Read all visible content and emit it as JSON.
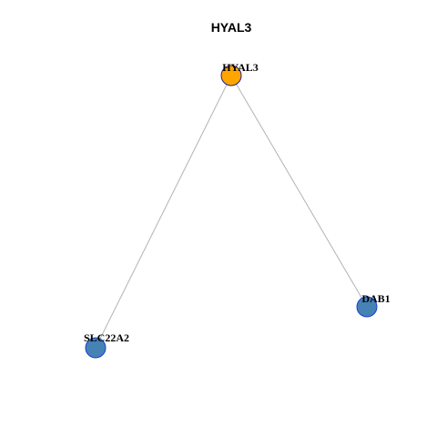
{
  "title": "HYAL3",
  "colors": {
    "focus_node": "#FFA500",
    "focus_border": "#1f1f8f",
    "partner_node": "#4682B4",
    "partner_border": "#1a3fd6",
    "edge": "#b3b3b3"
  },
  "nodes": [
    {
      "id": "HYAL3",
      "label": "HYAL3",
      "role": "focus"
    },
    {
      "id": "SLC22A2",
      "label": "SLC22A2",
      "role": "partner"
    },
    {
      "id": "DAB1",
      "label": "DAB1",
      "role": "partner"
    }
  ],
  "edges": [
    {
      "source": "HYAL3",
      "target": "SLC22A2"
    },
    {
      "source": "HYAL3",
      "target": "DAB1"
    }
  ]
}
